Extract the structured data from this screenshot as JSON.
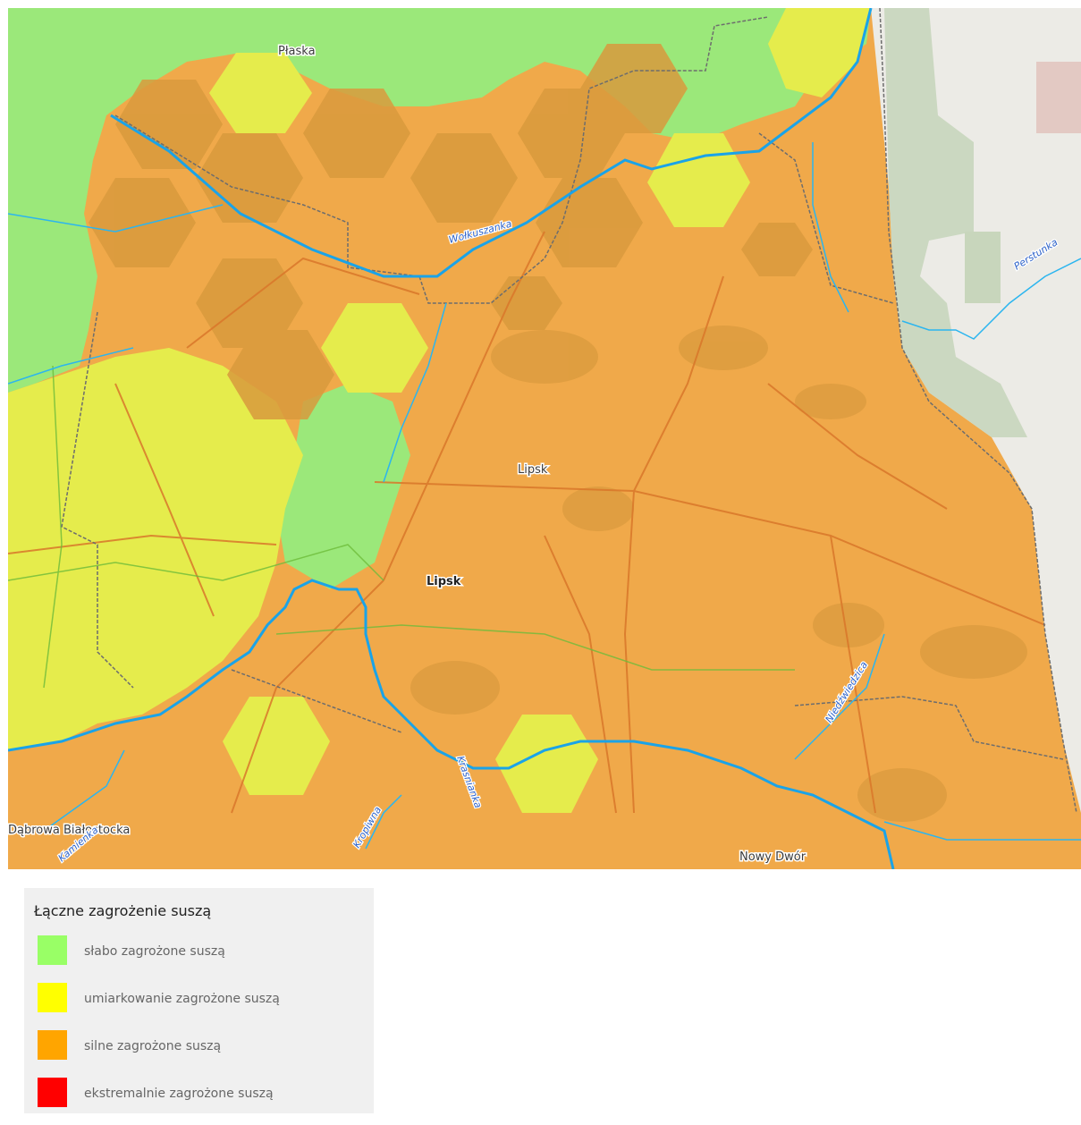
{
  "map": {
    "places": {
      "plaska": "Płaska",
      "lipsk_area": "Lipsk",
      "lipsk_town": "Lipsk",
      "dabrowa": "Dąbrowa Białostocka",
      "nowy_dwor": "Nowy Dwór"
    },
    "rivers": {
      "wolkuszanka": "Wołkuszanka",
      "perstunka": "Perstunka",
      "niedzwiedzica": "Niedźwiedzica",
      "kamienka": "Kamienka",
      "krasnianka": "Krasnianka",
      "kropiwna": "Kropiwna"
    },
    "colors": {
      "low": "#9be87a",
      "moderate": "#e5ec4c",
      "strong": "#f0a94a",
      "strong_dark": "#d99a3d",
      "river": "#1aa3e8",
      "road": "#d9772a",
      "forest_outside": "#c8d6bc",
      "terrain_outside": "#ecebe6"
    }
  },
  "legend": {
    "title": "Łączne zagrożenie suszą",
    "items": [
      {
        "label": "słabo zagrożone suszą",
        "color": "#99ff66"
      },
      {
        "label": "umiarkowanie zagrożone suszą",
        "color": "#ffff00"
      },
      {
        "label": "silne zagrożone suszą",
        "color": "#ffa500"
      },
      {
        "label": "ekstremalnie zagrożone suszą",
        "color": "#ff0000"
      }
    ]
  }
}
